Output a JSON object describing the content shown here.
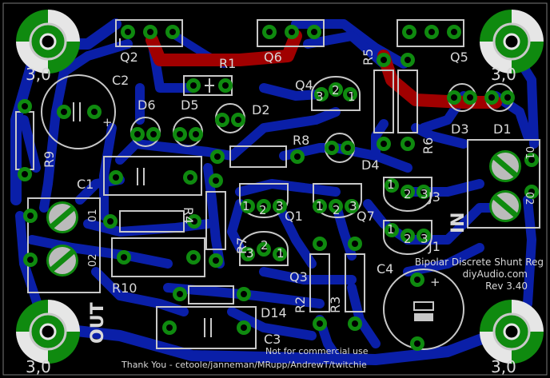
{
  "colors": {
    "background": "#000000",
    "trace_bottom": "#0a1fa8",
    "trace_top": "#a00000",
    "silkscreen": "#c8c8c8",
    "pad_green": "#0f8a0f",
    "pad_hole": "#000000",
    "text": "#d8d8d8"
  },
  "mount_label": "3,0",
  "components": {
    "q2": "Q2",
    "q6": "Q6",
    "q5": "Q5",
    "r1": "R1",
    "r5": "R5",
    "c2": "C2",
    "d6": "D6",
    "d5": "D5",
    "d2": "D2",
    "q4": "Q4",
    "d3": "D3",
    "d1": "D1",
    "r9": "R9",
    "r8": "R8",
    "r6": "R6",
    "d4": "D4",
    "c1": "C1",
    "r4": "R4",
    "q1": "Q1",
    "q7": "Q7",
    "j3": "J3",
    "j1": "J1",
    "r7": "R7",
    "r10": "R10",
    "q3": "Q3",
    "r2": "R2",
    "r3": "R3",
    "c4": "C4",
    "d14": "D14",
    "c3": "C3"
  },
  "pin_numbers": {
    "p1": "1",
    "p2": "2",
    "p3": "3"
  },
  "connector_labels": {
    "in": "IN",
    "out": "OUT",
    "in_pin1": "01",
    "in_pin2": "02",
    "out_pin1": "01",
    "out_pin2": "02"
  },
  "polarity_plus": "+",
  "title_block": {
    "line1": "Bipolar Discrete Shunt Reg",
    "line2": "diyAudio.com",
    "line3": "Rev 3.40"
  },
  "footer": {
    "not_commercial": "Not for commercial use",
    "thanks": "Thank You - cetoole/janneman/MRupp/AndrewT/twitchie"
  }
}
